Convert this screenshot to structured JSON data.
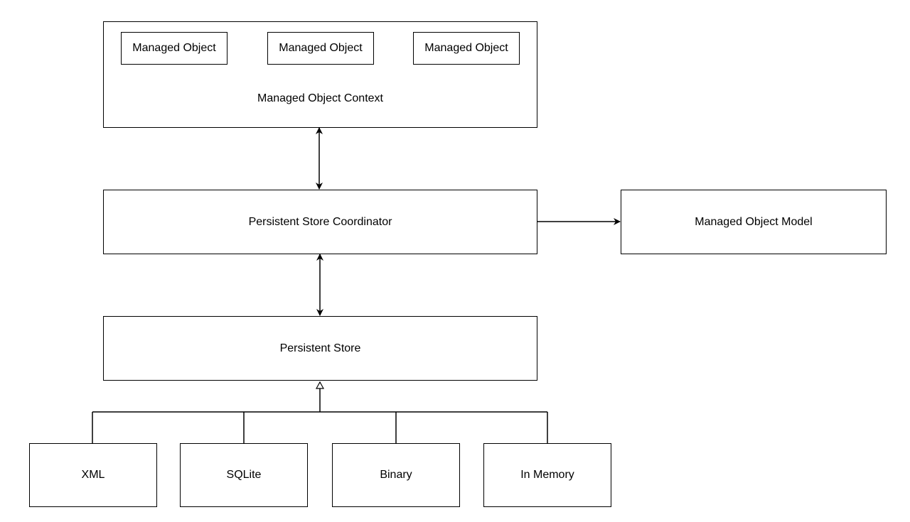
{
  "context": {
    "label": "Managed Object Context",
    "objects": [
      "Managed Object",
      "Managed Object",
      "Managed Object"
    ]
  },
  "coordinator": {
    "label": "Persistent Store Coordinator"
  },
  "model": {
    "label": "Managed Object Model"
  },
  "store": {
    "label": "Persistent Store"
  },
  "store_types": [
    "XML",
    "SQLite",
    "Binary",
    "In Memory"
  ],
  "colors": {
    "stroke": "#000000",
    "fill": "#ffffff"
  }
}
